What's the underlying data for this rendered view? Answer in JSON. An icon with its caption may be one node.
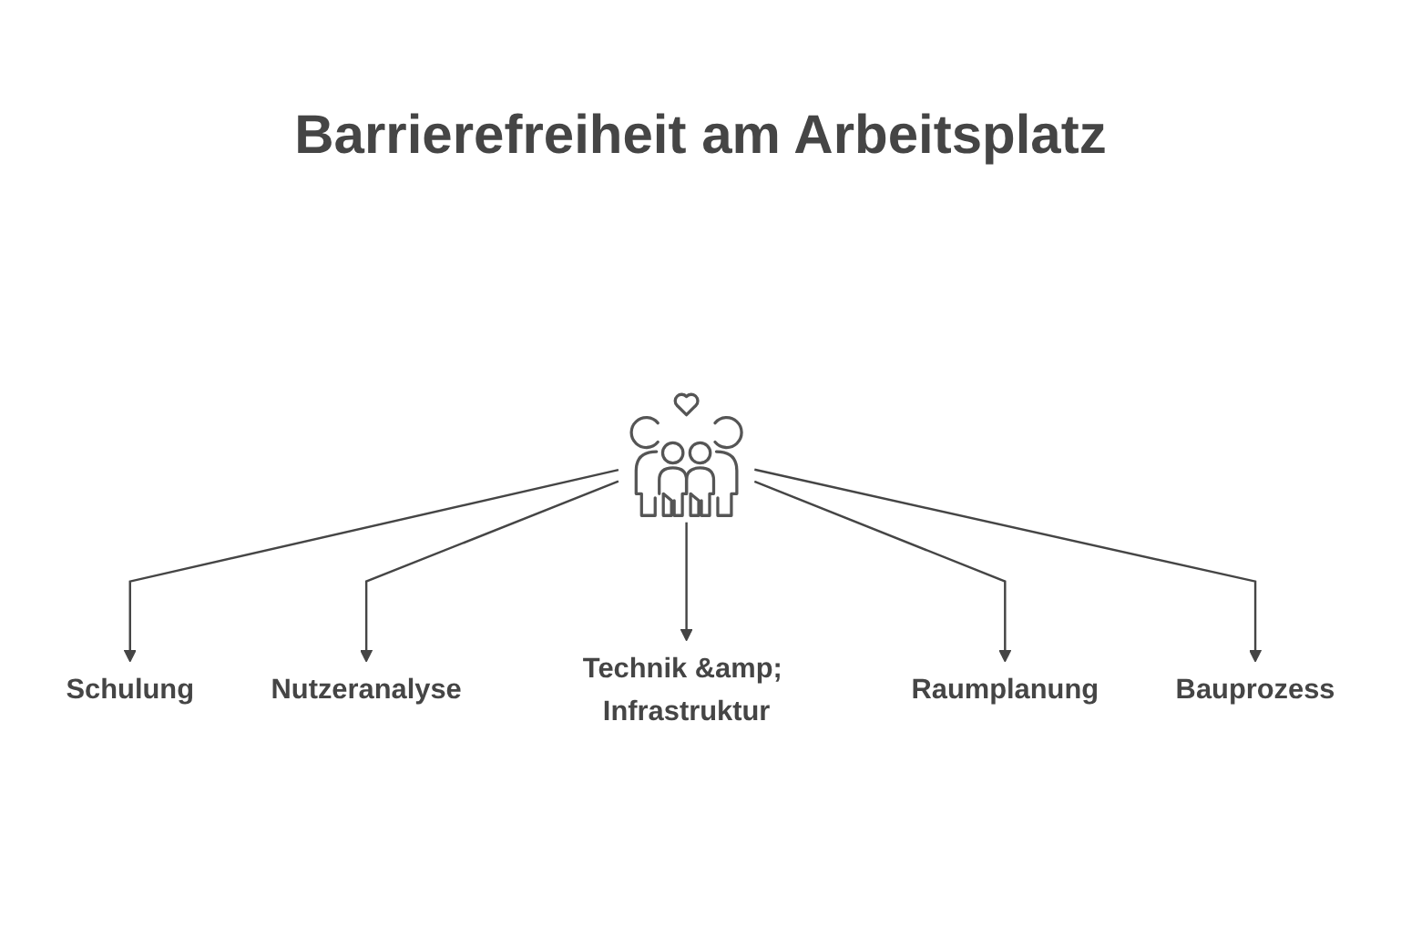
{
  "diagram": {
    "title": "Barrierefreiheit am Arbeitsplatz",
    "nodes": [
      {
        "text": [
          "Schulung"
        ]
      },
      {
        "text": [
          "Nutzeranalyse"
        ]
      },
      {
        "text": [],
        "shape": "picture"
      },
      {
        "text": [
          "Technik &amp; Infrastruktur"
        ]
      },
      {
        "text": [
          "Raumplanung"
        ]
      },
      {
        "text": [
          "Bauprozess"
        ]
      }
    ],
    "edges": [
      {
        "from": 2,
        "to": 0,
        "arrow": "to"
      },
      {
        "from": 2,
        "to": 1,
        "arrow": "to"
      },
      {
        "from": 2,
        "to": 3,
        "arrow": "to"
      },
      {
        "from": 2,
        "to": 4,
        "arrow": "to"
      },
      {
        "from": 2,
        "to": 5,
        "arrow": "to"
      }
    ]
  }
}
